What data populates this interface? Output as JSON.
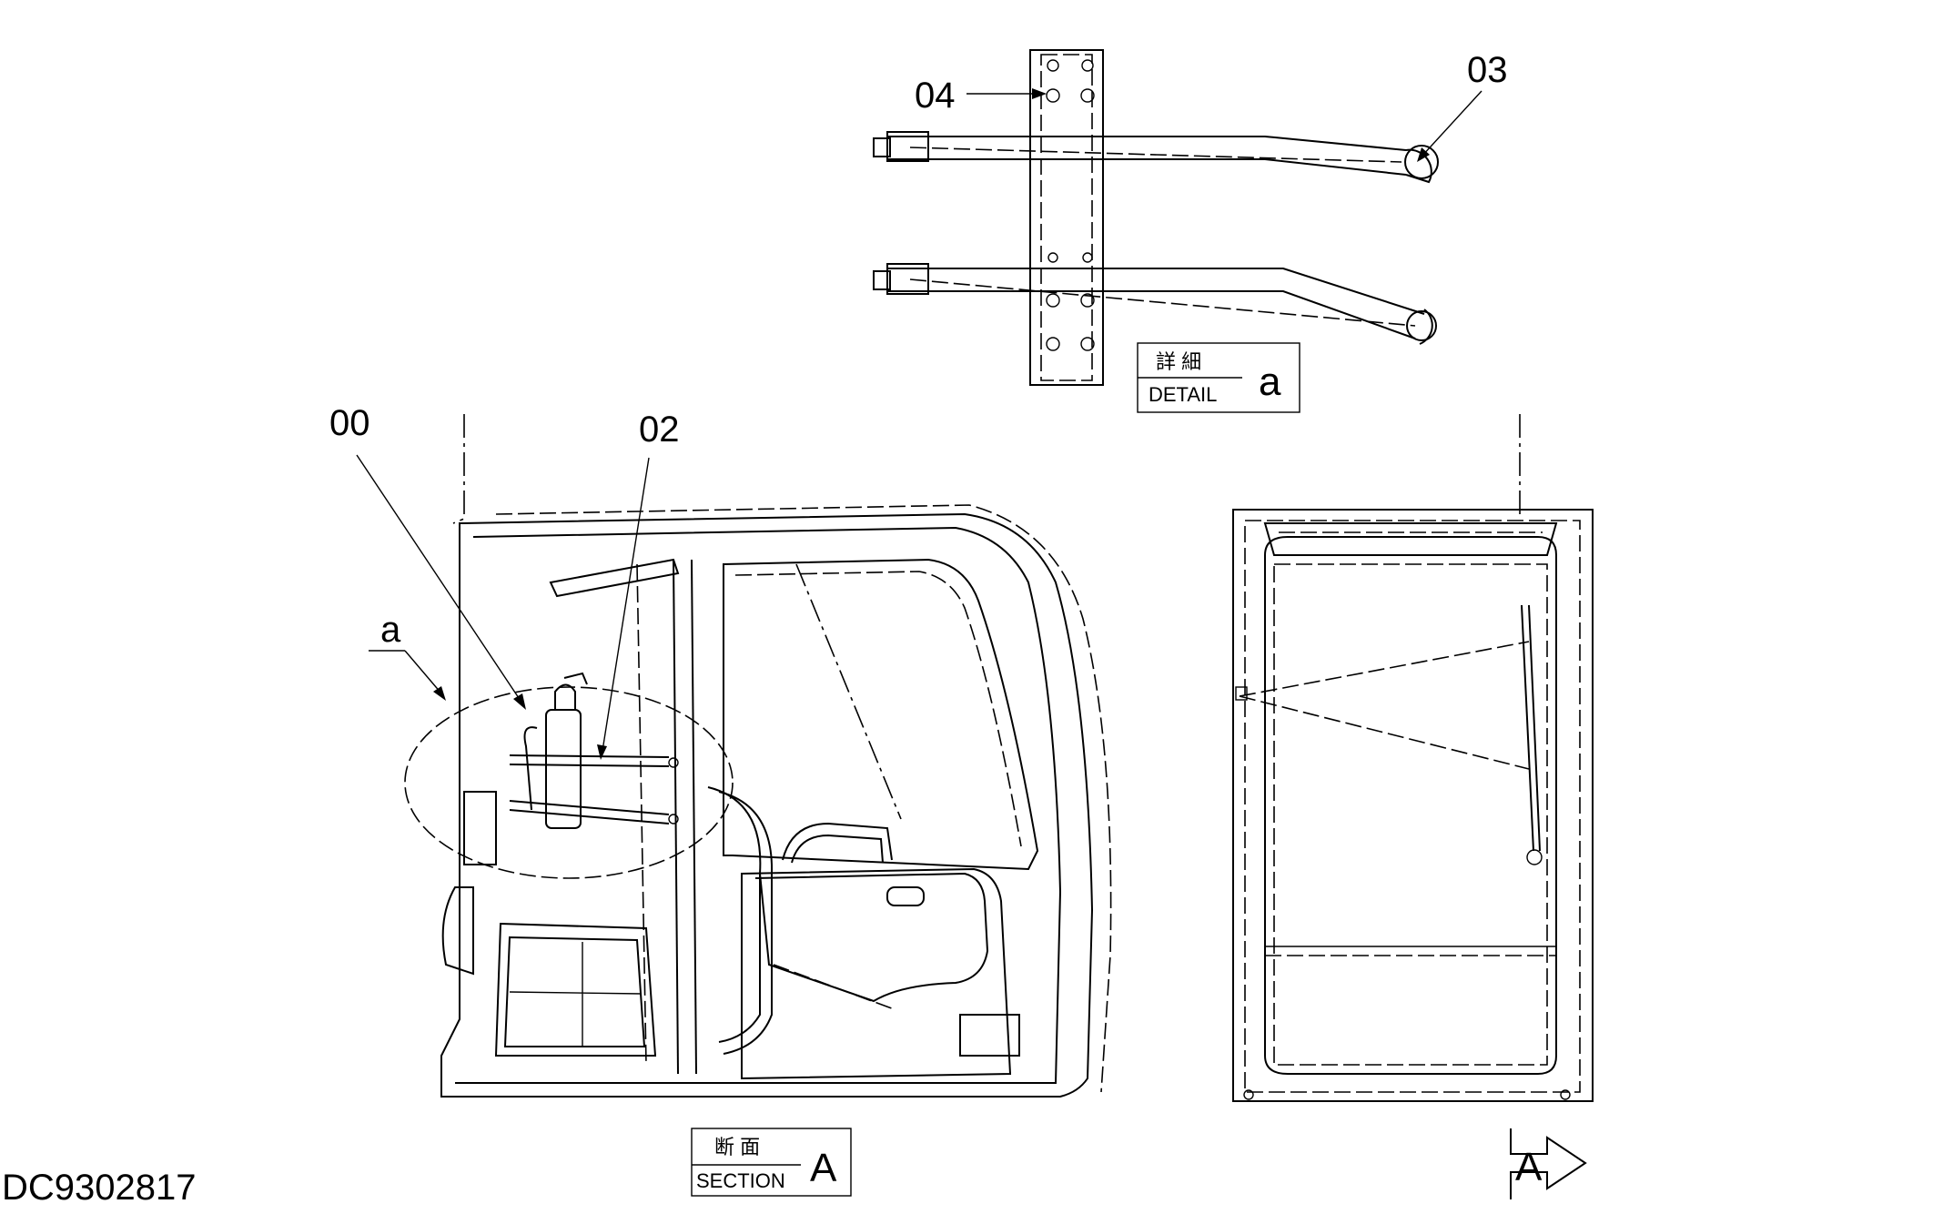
{
  "drawing": {
    "code": "DC9302817",
    "callouts": {
      "c00": "00",
      "c02": "02",
      "c03": "03",
      "c04": "04",
      "a": "a"
    },
    "detail_box": {
      "jp": "詳 細",
      "en": "DETAIL",
      "letter": "a"
    },
    "section_box": {
      "jp": "断 面",
      "en": "SECTION",
      "letter": "A"
    },
    "view_arrow": {
      "letter": "A"
    }
  }
}
